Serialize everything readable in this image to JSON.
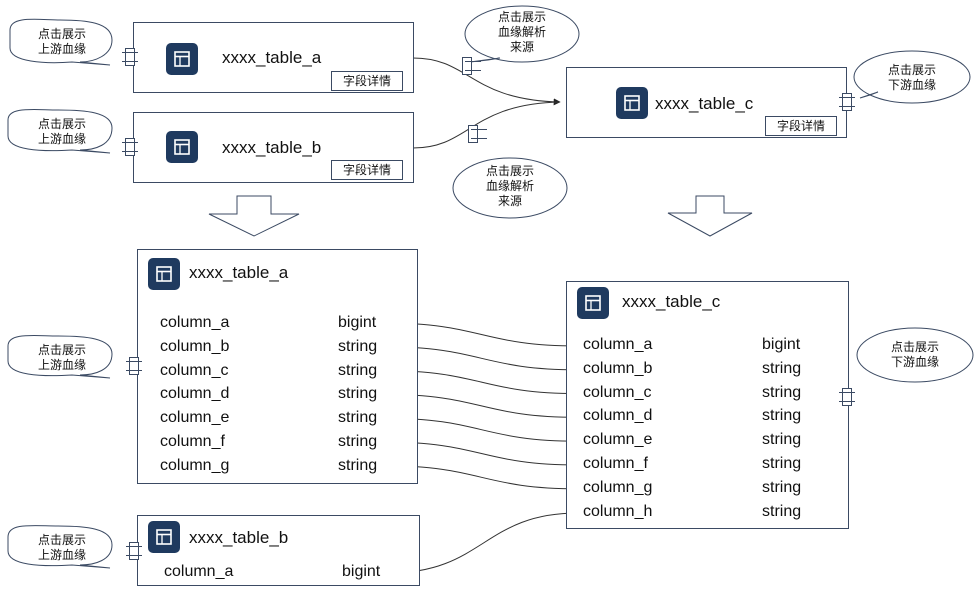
{
  "bubbles": {
    "upstream": [
      "点击展示",
      "上游血缘"
    ],
    "downstream": [
      "点击展示",
      "下游血缘"
    ],
    "lineage_source": [
      "点击展示",
      "血缘解析",
      "来源"
    ]
  },
  "top": {
    "table_a": {
      "name": "xxxx_table_a",
      "detail_button": "字段详情"
    },
    "table_b": {
      "name": "xxxx_table_b",
      "detail_button": "字段详情"
    },
    "table_c": {
      "name": "xxxx_table_c",
      "detail_button": "字段详情"
    }
  },
  "detail": {
    "table_a": {
      "name": "xxxx_table_a",
      "columns": [
        {
          "name": "column_a",
          "type": "bigint"
        },
        {
          "name": "column_b",
          "type": "string"
        },
        {
          "name": "column_c",
          "type": "string"
        },
        {
          "name": "column_d",
          "type": "string"
        },
        {
          "name": "column_e",
          "type": "string"
        },
        {
          "name": "column_f",
          "type": "string"
        },
        {
          "name": "column_g",
          "type": "string"
        }
      ]
    },
    "table_b": {
      "name": "xxxx_table_b",
      "columns": [
        {
          "name": "column_a",
          "type": "bigint"
        }
      ]
    },
    "table_c": {
      "name": "xxxx_table_c",
      "columns": [
        {
          "name": "column_a",
          "type": "bigint"
        },
        {
          "name": "column_b",
          "type": "string"
        },
        {
          "name": "column_c",
          "type": "string"
        },
        {
          "name": "column_d",
          "type": "string"
        },
        {
          "name": "column_e",
          "type": "string"
        },
        {
          "name": "column_f",
          "type": "string"
        },
        {
          "name": "column_g",
          "type": "string"
        },
        {
          "name": "column_h",
          "type": "string"
        }
      ]
    }
  },
  "colors": {
    "icon_bg": "#1f3a5f",
    "border": "#3b4a63",
    "line": "#333333"
  }
}
